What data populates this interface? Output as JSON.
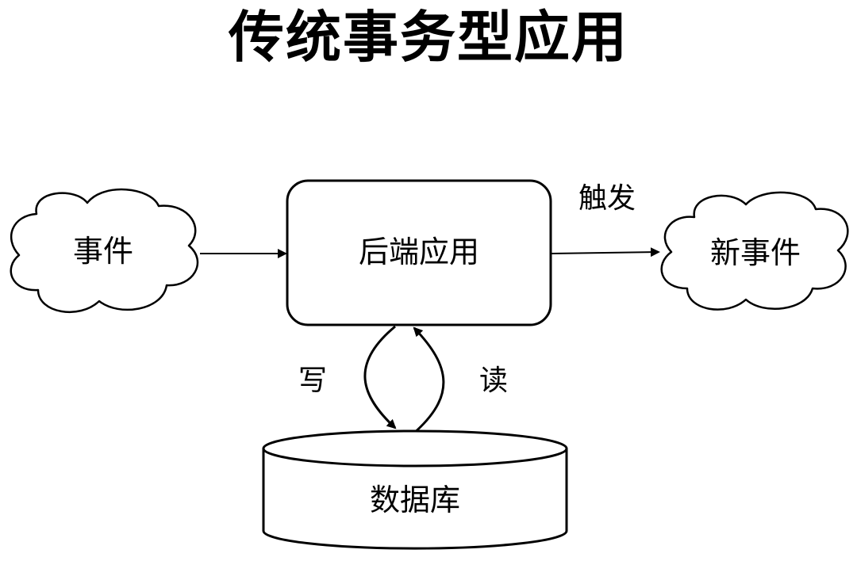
{
  "title": "传统事务型应用",
  "nodes": {
    "event": "事件",
    "backend": "后端应用",
    "new_event": "新事件",
    "database": "数据库"
  },
  "edges": {
    "trigger": "触发",
    "write": "写",
    "read": "读"
  }
}
